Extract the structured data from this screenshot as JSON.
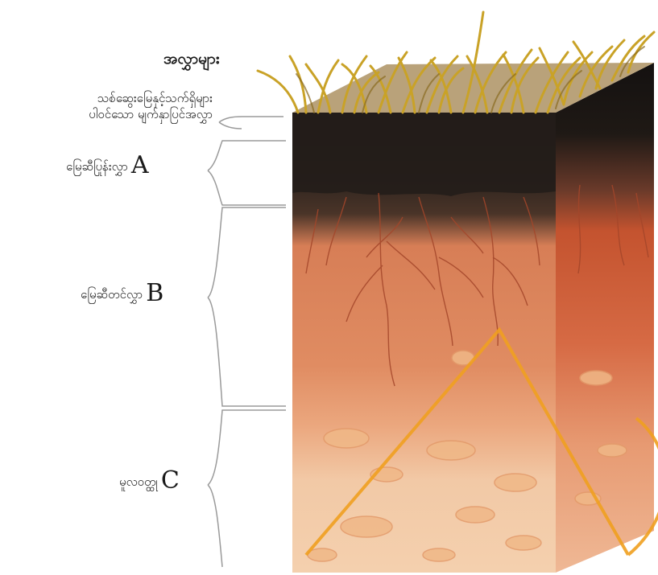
{
  "title": "အလွှာများ",
  "layers": [
    {
      "id": "humus",
      "label": "သစ်ဆွေးမြေနှင့်သက်ရှိများ\nပါဝင်သော မျက်နှာပြင်အလွှာ",
      "letter": ""
    },
    {
      "id": "a",
      "label": "မြေဆီပြုန်းလွှာ",
      "letter": "A"
    },
    {
      "id": "b",
      "label": "မြေဆီတင်လွှာ",
      "letter": "B"
    },
    {
      "id": "c",
      "label": "မူလဝတ္ထု",
      "letter": "C"
    }
  ],
  "colors": {
    "grass": "#c9a227",
    "topsoil": "#1f1b18",
    "horizon_a": "#3a2d25",
    "horizon_b": "#d9835a",
    "horizon_c": "#f0c9a6",
    "roots": "#a4462a",
    "bracket": "#9a9a9a",
    "watermark": "#f0a020"
  }
}
